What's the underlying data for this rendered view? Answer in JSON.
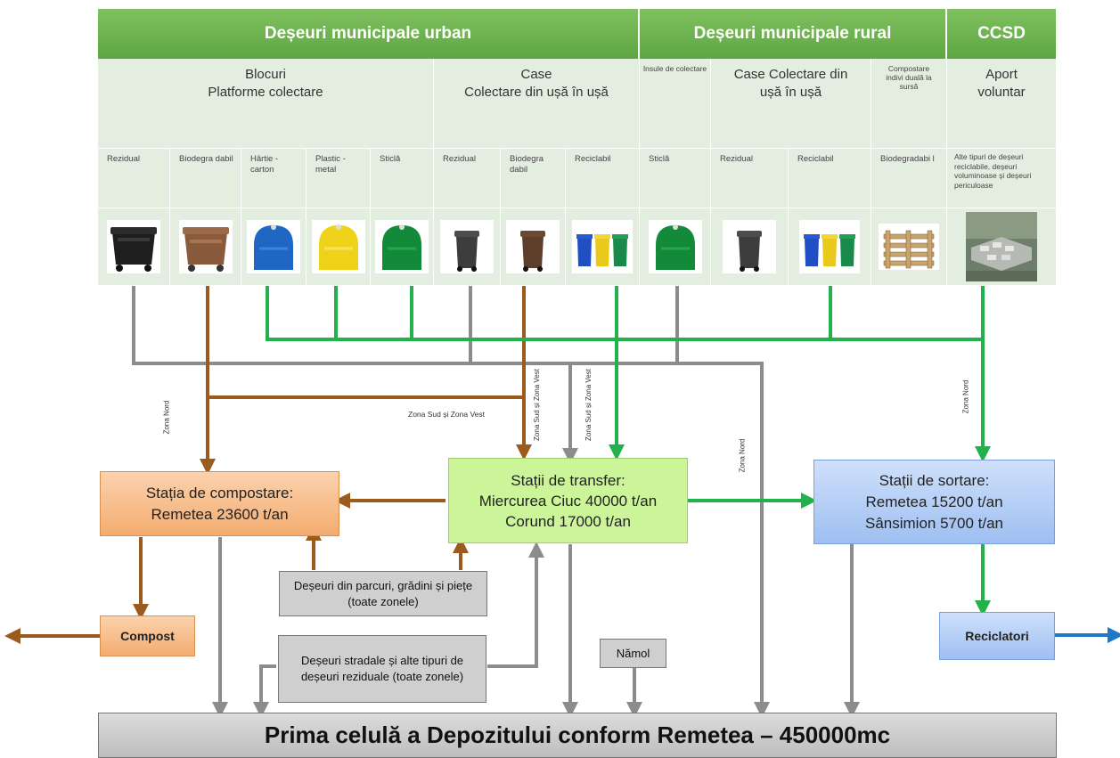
{
  "headers": {
    "urban": "Deșeuri municipale urban",
    "rural": "Deșeuri municipale rural",
    "ccsd": "CCSD"
  },
  "subheaders": {
    "blocuri_line1": "Blocuri",
    "blocuri_line2": "Platforme colectare",
    "case_urban_line1": "Case",
    "case_urban_line2": "Colectare din ușă în ușă",
    "insule": "Insule de colectare",
    "case_rural_line1": "Case",
    "case_rural_line2": "Colectare din ușă în ușă",
    "compostare": "Compostare indivi duală la sursă",
    "aport_line1": "Aport",
    "aport_line2": "voluntar"
  },
  "types": [
    "Rezidual",
    "Biodegra dabil",
    "Hârtie - carton",
    "Plastic - metal",
    "Sticlă",
    "Rezidual",
    "Biodegra dabil",
    "Reciclabil",
    "Sticlă",
    "Rezidual",
    "Reciclabil",
    "Biodegradabi l",
    "Alte tipuri de deșeuri reciclabile, deșeuri voluminoase și deșeuri periculoase"
  ],
  "icons": [
    "black-bin-icon",
    "brown-bin-icon",
    "blue-bell-container-icon",
    "yellow-bell-container-icon",
    "green-bell-container-icon",
    "dark-bin-icon",
    "brown-small-bin-icon",
    "three-color-bins-icon",
    "green-bell-container-icon",
    "dark-bin-icon",
    "three-color-bins-icon",
    "wooden-composter-icon",
    "collection-site-photo-icon"
  ],
  "labels": {
    "zona_nord_left": "Zona Nord",
    "zona_sud_vest_h": "Zona Sud și Zona Vest",
    "zona_sud_vest_v1": "Zona Sud și Zona Vest",
    "zona_sud_vest_v2": "Zona Sud și Zona Vest",
    "zona_nord_mid": "Zona Nord",
    "zona_nord_right": "Zona Nord"
  },
  "boxes": {
    "compostare_line1": "Stația de compostare:",
    "compostare_line2": "Remetea 23600 t/an",
    "transfer_line1": "Stații de transfer:",
    "transfer_line2": "Miercurea Ciuc 40000 t/an",
    "transfer_line3": "Corund 17000 t/an",
    "sortare_line1": "Stații de sortare:",
    "sortare_line2": "Remetea 15200  t/an",
    "sortare_line3": "Sânsimion 5700 t/an",
    "parcuri": "Deșeuri din parcuri, grădini și piețe (toate zonele)",
    "stradale": "Deșeuri stradale și alte tipuri de deșeuri reziduale (toate zonele)",
    "namol": "Nămol",
    "compost": "Compost",
    "reciclatori": "Reciclatori",
    "depozit": "Prima celulă a Depozitului conform Remetea – 450000mc"
  },
  "colors": {
    "header_green": "#6db350",
    "cell_bg": "#e3eee0",
    "flow_brown": "#9b5a1e",
    "flow_green": "#22b24c",
    "flow_gray": "#8c8c8c",
    "flow_blue": "#1f77c8"
  }
}
